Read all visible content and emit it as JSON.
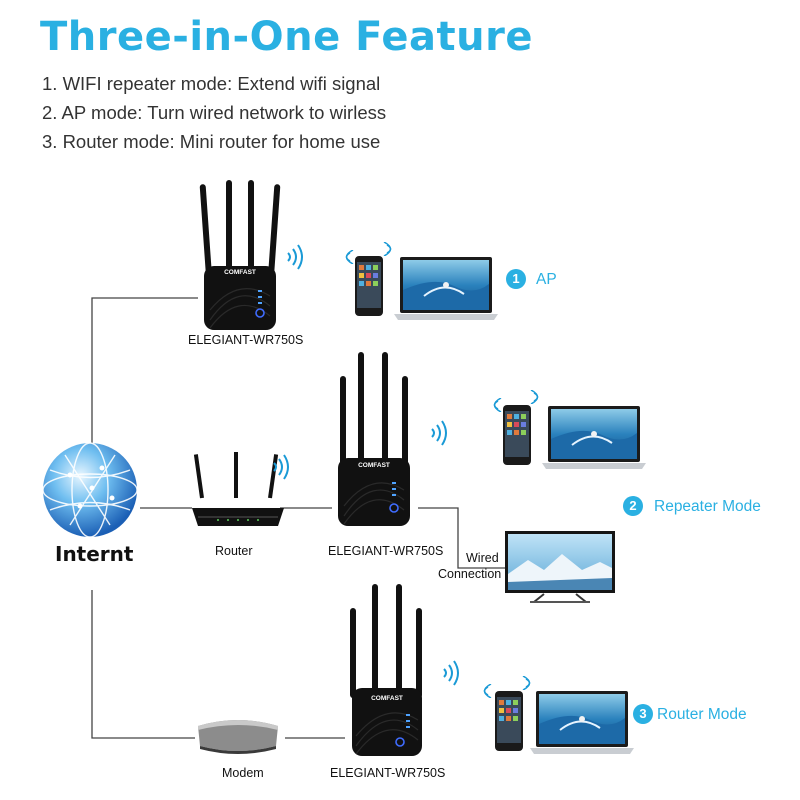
{
  "title": "Three-in-One Feature",
  "features": [
    "1. WIFI repeater mode: Extend wifi signal",
    "2. AP mode: Turn wired network to wirless",
    "3. Router mode: Mini router for home use"
  ],
  "internet_label": "Internt",
  "device_model": "ELEGIANT-WR750S",
  "brand": "COMFAST",
  "router_label": "Router",
  "modem_label": "Modem",
  "wired_label": [
    "Wired",
    "Connection"
  ],
  "modes": [
    {
      "num": "1",
      "label": "AP"
    },
    {
      "num": "2",
      "label": "Repeater Mode"
    },
    {
      "num": "3",
      "label": "Router Mode"
    }
  ],
  "colors": {
    "accent": "#2ab0e2",
    "device": "#111111",
    "line": "#444444"
  }
}
